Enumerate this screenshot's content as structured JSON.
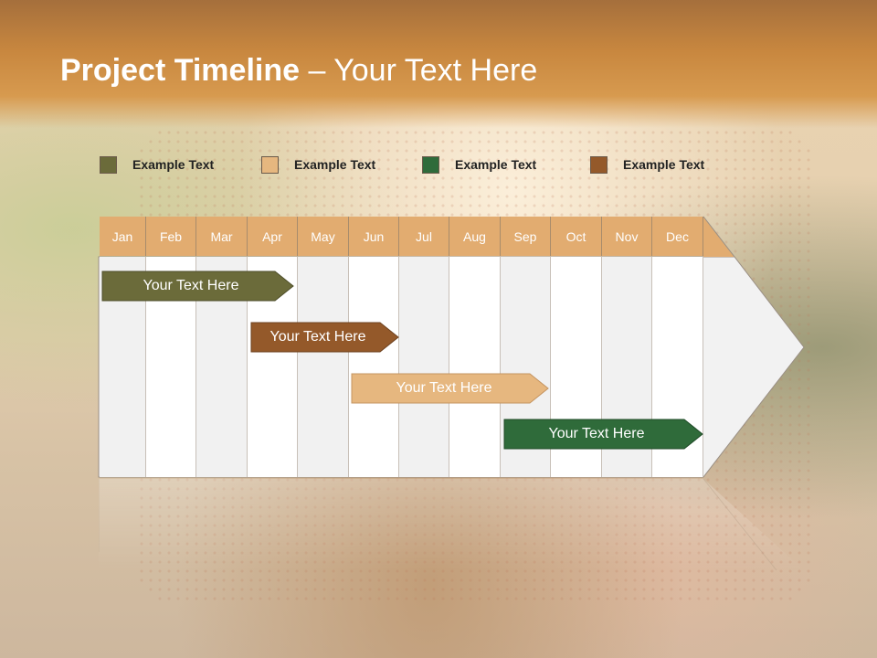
{
  "title": {
    "bold": "Project Timeline",
    "rest": " – Your Text Here"
  },
  "legend": [
    {
      "label": "Example Text",
      "color": "#6b6b3a"
    },
    {
      "label": "Example Text",
      "color": "#e6b77f"
    },
    {
      "label": "Example Text",
      "color": "#2f6b3a"
    },
    {
      "label": "Example Text",
      "color": "#94592a"
    }
  ],
  "months": [
    "Jan",
    "Feb",
    "Mar",
    "Apr",
    "May",
    "Jun",
    "Jul",
    "Aug",
    "Sep",
    "Oct",
    "Nov",
    "Dec"
  ],
  "tasks": [
    {
      "label": "Your  Text Here",
      "color": "#6b6b3a"
    },
    {
      "label": "Your  Text Here",
      "color": "#94592a"
    },
    {
      "label": "Your  Text Here",
      "color": "#e6b77f"
    },
    {
      "label": "Your  Text Here",
      "color": "#2f6b3a"
    }
  ],
  "colors": {
    "header": "#d79a4f",
    "month_band": "#e2ac70",
    "column_light": "#f1f1f1",
    "column_white": "#ffffff"
  }
}
